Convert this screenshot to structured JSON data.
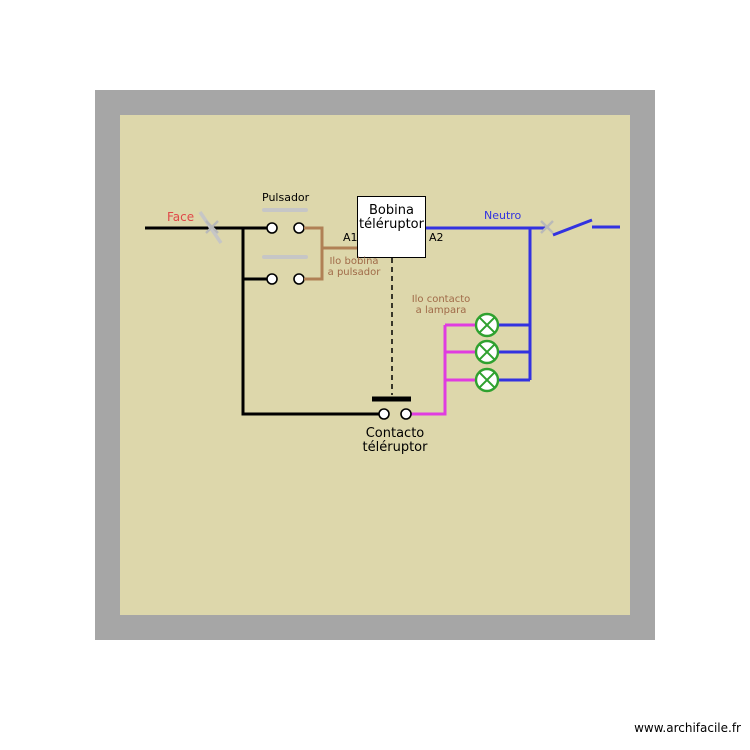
{
  "watermark": "www.archifacile.fr",
  "diagram": {
    "labels": {
      "face": "Face",
      "pulsador": "Pulsador",
      "bobina_line1": "Bobina",
      "bobina_line2": "téléruptor",
      "a1": "A1",
      "a2": "A2",
      "neutro": "Neutro",
      "ilo_bobina_line1": "Ilo bobina",
      "ilo_bobina_line2": "a pulsador",
      "ilo_contacto_line1": "Ilo contacto",
      "ilo_contacto_line2": "a lampara",
      "contacto_line1": "Contacto",
      "contacto_line2": "téléruptor"
    },
    "colors": {
      "frame_gray": "#a6a6a6",
      "paper_beige": "#ddd7ab",
      "wire_phase": "#000000",
      "wire_coil": "#b08055",
      "wire_neutral": "#3232e0",
      "wire_lamp": "#e03ce0",
      "lamp_green": "#2fa12f",
      "label_face": "#e04848",
      "label_ilo": "#a06a48",
      "switch_gray": "#b9b9b9",
      "pushbutton_gray": "#c6c6c6"
    }
  }
}
